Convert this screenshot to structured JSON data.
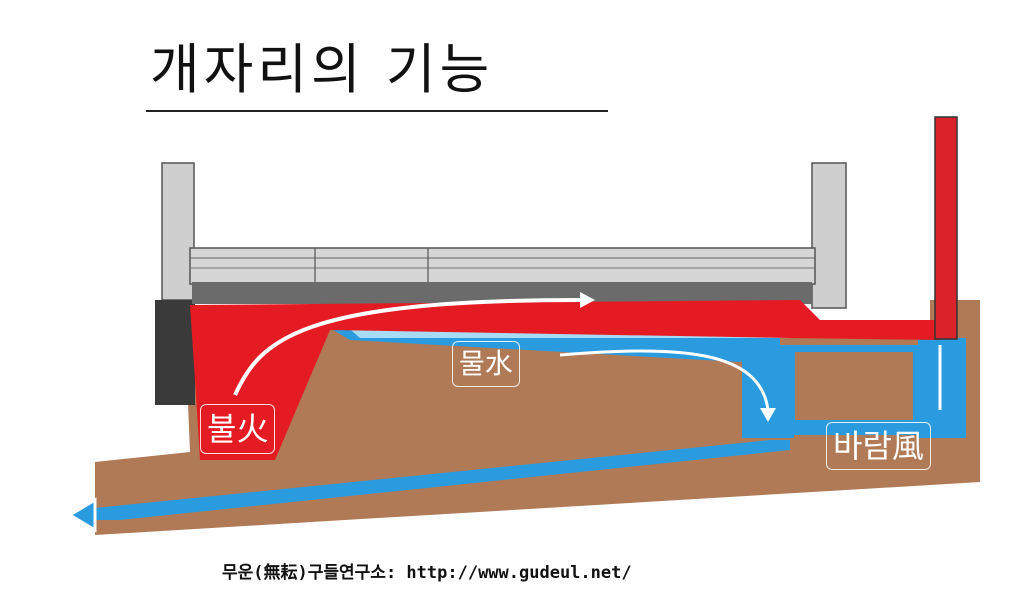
{
  "title": "개자리의 기능",
  "labels": {
    "fire": "불火",
    "water": "물水",
    "wind": "바람風"
  },
  "footer": "무운(無耘)구들연구소: http://www.gudeul.net/",
  "colors": {
    "fire": "#e51b24",
    "water": "#2b9be0",
    "earth": "#b07a57",
    "structure": "#c8c8c8",
    "chimney": "#d9222a"
  }
}
